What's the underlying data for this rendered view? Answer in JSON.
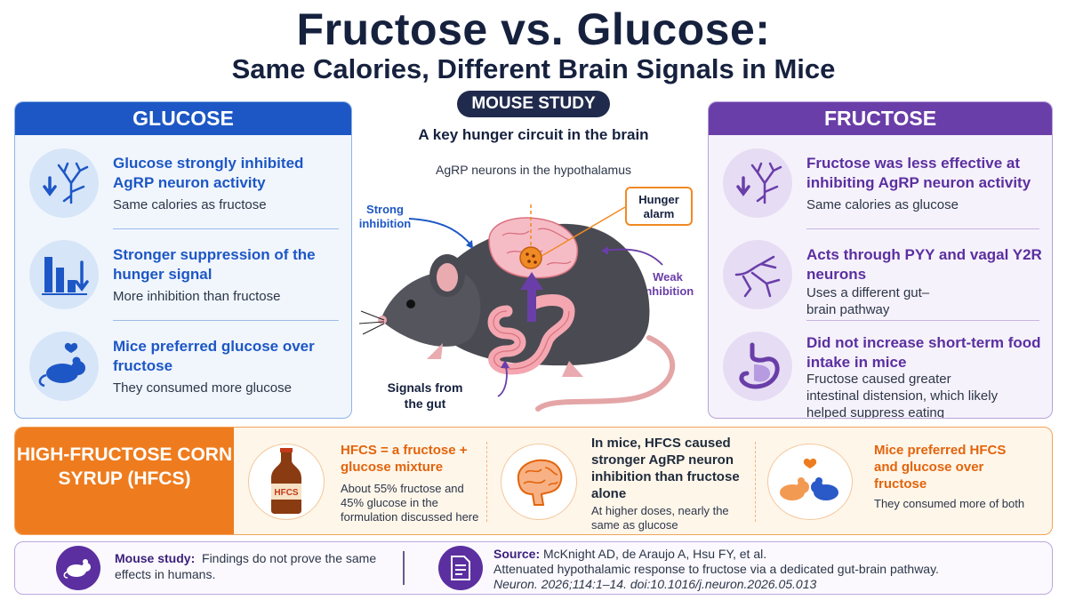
{
  "title": "Fructose vs. Glucose:",
  "subtitle": "Same Calories, Different Brain Signals in Mice",
  "study_badge": "MOUSE STUDY",
  "glucose": {
    "header": "GLUCOSE",
    "rows": [
      {
        "title": "Glucose strongly inhibited AgRP neuron activity",
        "sub": "Same calories as fructose",
        "icon": "neuron-down-icon"
      },
      {
        "title": "Stronger suppression of the hunger signal",
        "sub": "More inhibition than fructose",
        "icon": "bar-chart-down-icon"
      },
      {
        "title": "Mice preferred glucose over fructose",
        "sub": "They consumed more glucose",
        "icon": "mouse-heart-icon"
      }
    ]
  },
  "fructose": {
    "header": "FRUCTOSE",
    "rows": [
      {
        "title": "Fructose was less effective at inhibiting AgRP neuron activity",
        "sub": "Same calories as glucose",
        "icon": "neuron-down-icon"
      },
      {
        "title": "Acts through PYY and vagal Y2R neurons",
        "sub": "Uses a different gut–brain pathway",
        "icon": "nerve-icon"
      },
      {
        "title": "Did not increase short-term food intake in mice",
        "sub": "Fructose caused greater intestinal distension, which likely helped suppress eating",
        "icon": "stomach-icon"
      }
    ]
  },
  "center": {
    "title": "A key hunger circuit in the brain",
    "sub": "AgRP neurons in the hypothalamus",
    "strong_inhibition": "Strong inhibition",
    "weak_inhibition": "Weak inhibition",
    "hunger_alarm": "Hunger alarm",
    "gut_signals": "Signals from the gut"
  },
  "hfcs": {
    "header": "HIGH-FRUCTOSE CORN SYRUP (HFCS)",
    "bottle_label": "HFCS",
    "cells": [
      {
        "title": "HFCS = a fructose + glucose mixture",
        "sub": "About 55% fructose and 45% glucose in the formulation discussed here",
        "icon": "soda-bottle-icon"
      },
      {
        "title": "In mice, HFCS caused stronger AgRP neuron inhibition than fructose alone",
        "sub": "At higher doses, nearly the same as glucose",
        "icon": "brain-icon"
      },
      {
        "title": "Mice preferred HFCS and glucose over fructose",
        "sub": "They consumed more of both",
        "icon": "two-mice-icon"
      }
    ]
  },
  "footer": {
    "note_label": "Mouse study:",
    "note_text": "Findings do not prove the same effects in humans.",
    "source_label": "Source:",
    "authors": "McKnight AD, de Araujo A, Hsu FY, et al.",
    "paper_title": "Attenuated hypothalamic response to fructose via a dedicated gut-brain pathway.",
    "citation": "Neuron. 2026;114:1–14. doi:10.1016/j.neuron.2026.05.013"
  },
  "colors": {
    "glucose": "#1d57c5",
    "fructose": "#6a3ea8",
    "hfcs": "#ee7c1e",
    "navy": "#16213e"
  }
}
